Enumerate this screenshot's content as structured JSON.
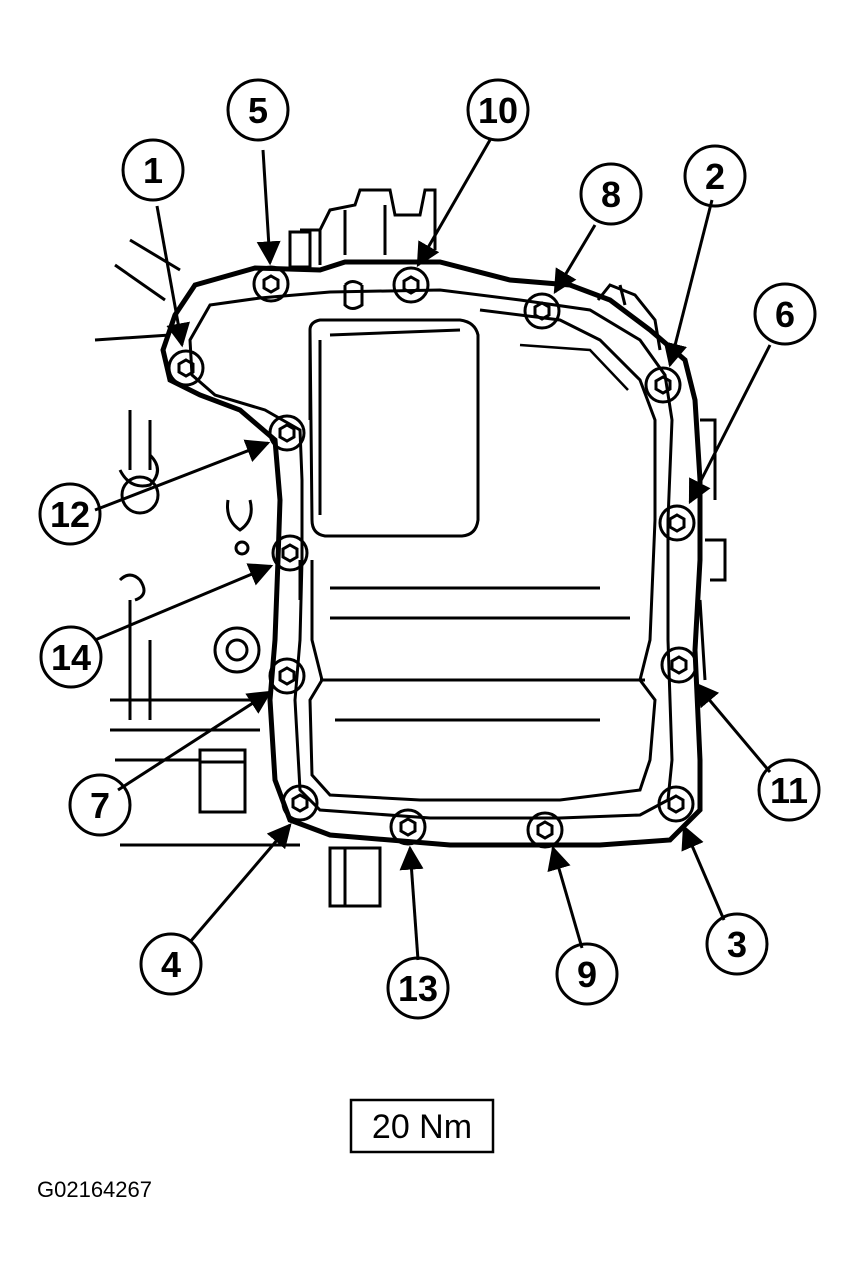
{
  "callouts": [
    {
      "n": "1"
    },
    {
      "n": "2"
    },
    {
      "n": "3"
    },
    {
      "n": "4"
    },
    {
      "n": "5"
    },
    {
      "n": "6"
    },
    {
      "n": "7"
    },
    {
      "n": "8"
    },
    {
      "n": "9"
    },
    {
      "n": "10"
    },
    {
      "n": "11"
    },
    {
      "n": "12"
    },
    {
      "n": "13"
    },
    {
      "n": "14"
    }
  ],
  "torque_spec": "20 Nm",
  "figure_id": "G02164267"
}
